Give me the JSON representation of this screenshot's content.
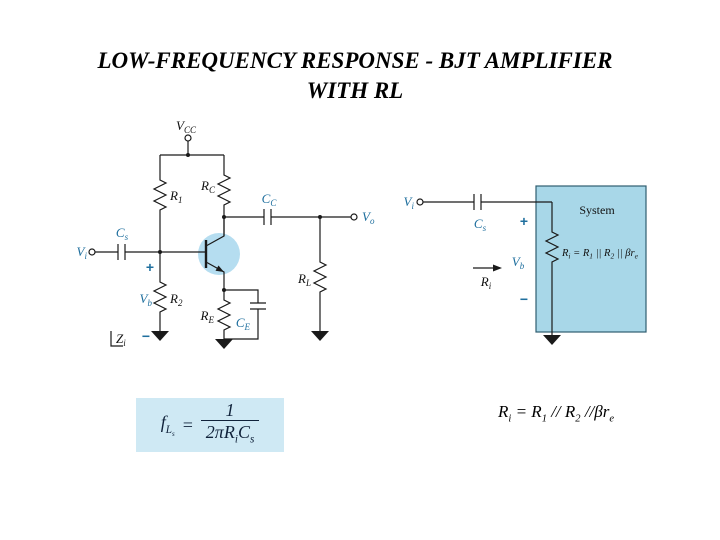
{
  "slide": {
    "title_line1": "LOW-FREQUENCY RESPONSE - BJT AMPLIFIER",
    "title_line2": "WITH RL"
  },
  "colors": {
    "label_blue": "#1f6f9e",
    "transistor_fill": "#b5ddf0",
    "system_box_fill": "#a8d7e8",
    "formula_box_fill": "#cfe9f4"
  },
  "main_circuit": {
    "vcc": {
      "base": "V",
      "sub": "CC"
    },
    "r1": {
      "base": "R",
      "sub": "1"
    },
    "rc": {
      "base": "R",
      "sub": "C"
    },
    "cc": {
      "base": "C",
      "sub": "C"
    },
    "vo": {
      "base": "V",
      "sub": "o"
    },
    "vi": {
      "base": "V",
      "sub": "i"
    },
    "cs": {
      "base": "C",
      "sub": "s"
    },
    "plus": "+",
    "vb": {
      "base": "V",
      "sub": "b"
    },
    "r2": {
      "base": "R",
      "sub": "2"
    },
    "minus": "−",
    "zi": {
      "base": "Z",
      "sub": "i"
    },
    "re": {
      "base": "R",
      "sub": "E"
    },
    "ce": {
      "base": "C",
      "sub": "E"
    },
    "rl": {
      "base": "R",
      "sub": "L"
    }
  },
  "system_circuit": {
    "vi": {
      "base": "V",
      "sub": "i"
    },
    "cs": {
      "base": "C",
      "sub": "s"
    },
    "plus": "+",
    "vb": {
      "base": "V",
      "sub": "b"
    },
    "minus": "−",
    "system_label": "System",
    "ri": {
      "base": "R",
      "sub": "i"
    },
    "ri_formula": {
      "p1": "R",
      "s1": "i",
      "p2": " = R",
      "s2": "1",
      "p3": " || R",
      "s3": "2",
      "p4": " || β",
      "p5": "r",
      "s5": "e"
    }
  },
  "formula": {
    "f_base": "f",
    "f_sub": "L",
    "f_subsub": "s",
    "equals": "=",
    "numerator": "1",
    "den_prefix": "2π",
    "den_R": "R",
    "den_R_sub": "i",
    "den_C": "C",
    "den_C_sub": "s"
  },
  "equation": {
    "p1": "R",
    "s1": "i",
    "p2": " = R",
    "s2": "1",
    "p3": " // R",
    "s3": "2",
    "p4": " //β",
    "p5": "r",
    "s5": "e"
  }
}
